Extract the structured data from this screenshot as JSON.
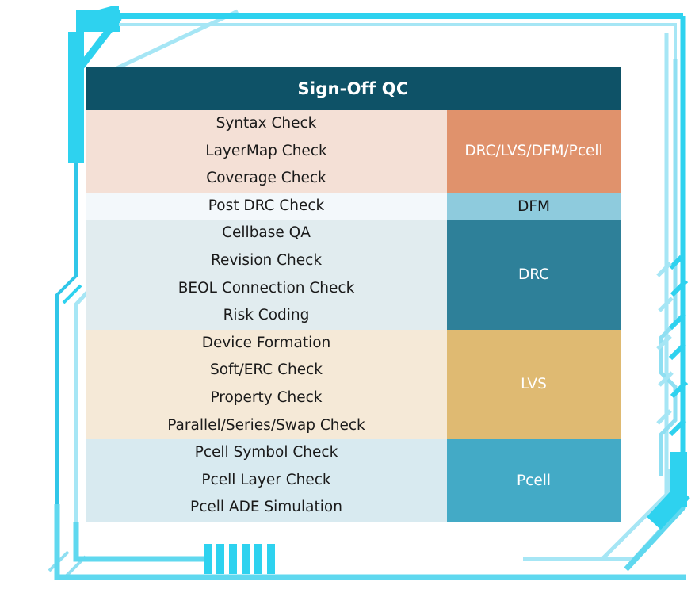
{
  "header": {
    "title": "Sign-Off QC",
    "bg": "#0e5267",
    "color": "#ffffff"
  },
  "columns": {
    "task_header": "",
    "category_header": ""
  },
  "groups": [
    {
      "id": "group-drc-lvs-dfm-pcell",
      "tasks": [
        "Syntax Check",
        "LayerMap Check",
        "Coverage Check"
      ],
      "category": "DRC/LVS/DFM/Pcell",
      "task_bg": "#f4e0d6",
      "cat_bg": "#e0926c",
      "cat_color": "#ffffff"
    },
    {
      "id": "group-dfm",
      "tasks": [
        "Post DRC Check"
      ],
      "category": "DFM",
      "task_bg": "#f3f8fb",
      "cat_bg": "#8ecbdd",
      "cat_color": "#161616"
    },
    {
      "id": "group-drc",
      "tasks": [
        "Cellbase QA",
        "Revision Check",
        "BEOL Connection Check",
        "Risk Coding"
      ],
      "category": "DRC",
      "task_bg": "#e1ecef",
      "cat_bg": "#2e8099",
      "cat_color": "#ffffff"
    },
    {
      "id": "group-lvs",
      "tasks": [
        "Device Formation",
        "Soft/ERC Check",
        "Property Check",
        "Parallel/Series/Swap Check"
      ],
      "category": "LVS",
      "task_bg": "#f5e9d7",
      "cat_bg": "#dfba72",
      "cat_color": "#ffffff"
    },
    {
      "id": "group-pcell",
      "tasks": [
        "Pcell Symbol Check",
        "Pcell Layer Check",
        "Pcell ADE Simulation"
      ],
      "category": "Pcell",
      "task_bg": "#d8eaf0",
      "cat_bg": "#43aac6",
      "cat_color": "#ffffff"
    }
  ],
  "decor": {
    "trace_color_bright": "#2ed2ef",
    "trace_color_pale": "#a6e6f5",
    "trace_color_mid": "#30c6e8",
    "connector_pins": 6
  }
}
